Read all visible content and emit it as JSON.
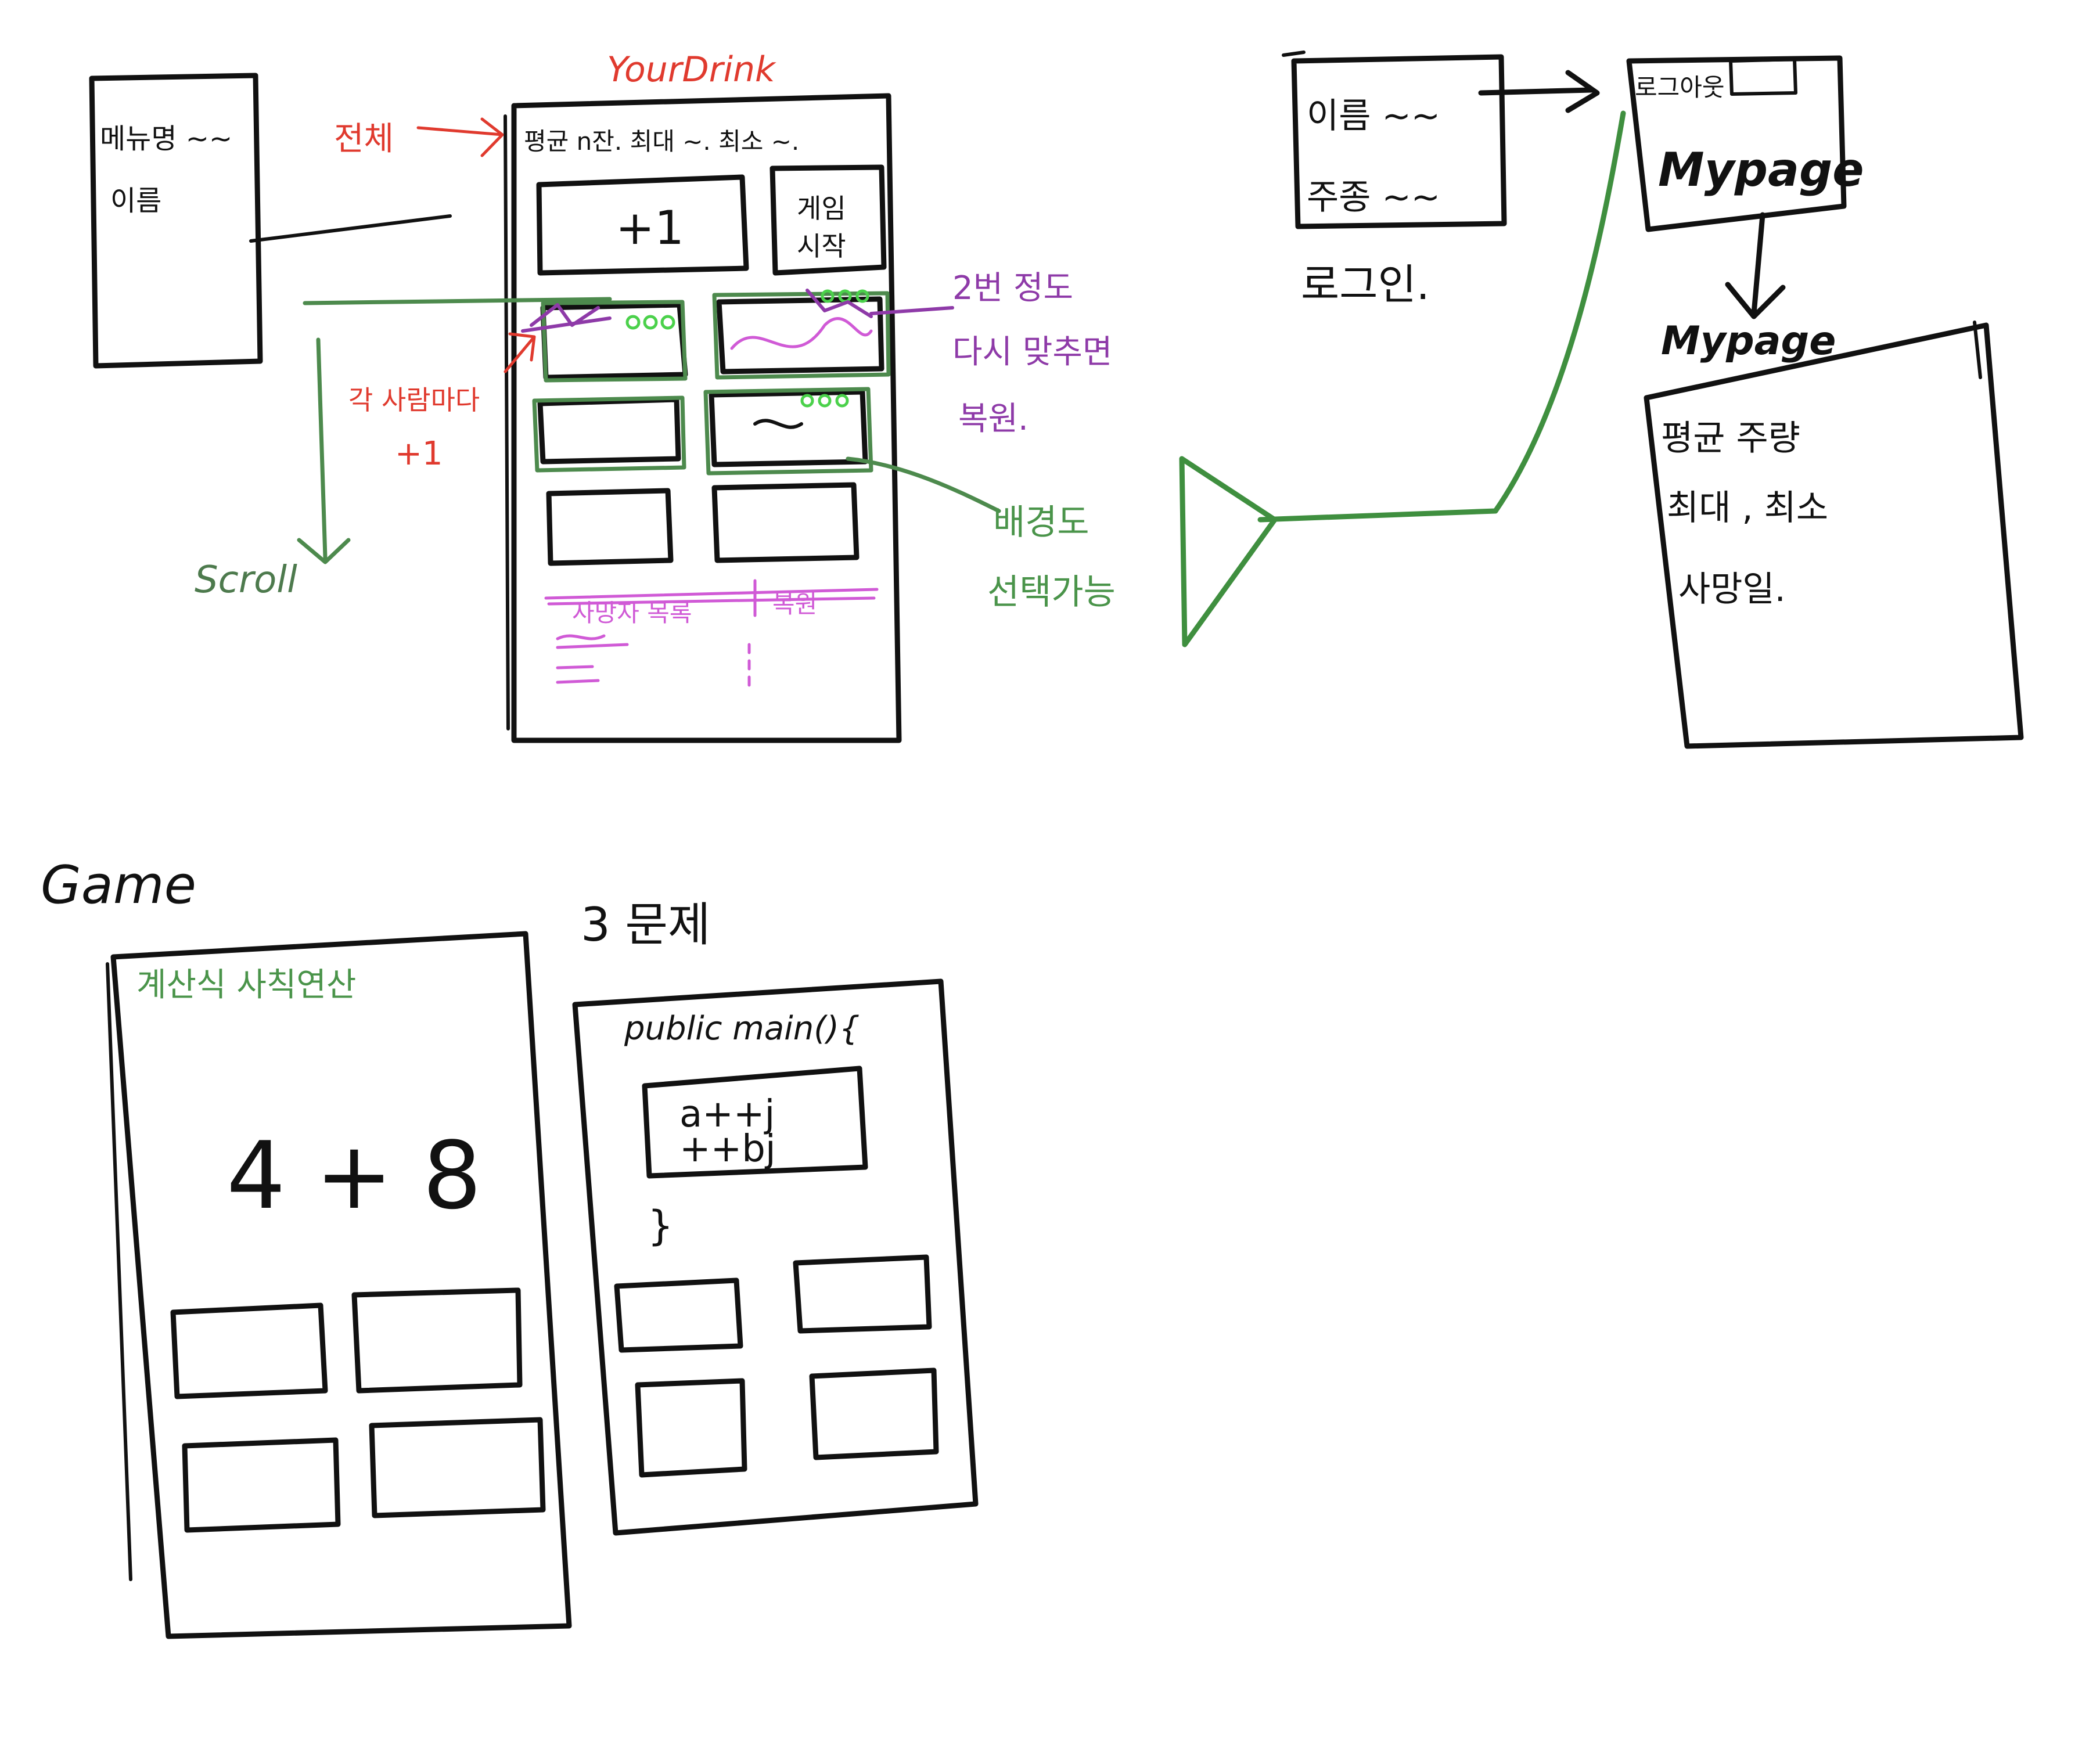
{
  "labels": {
    "list_name": "메뉴명 ~~",
    "list_photo": "이름",
    "app_title": "YourDrink",
    "arrow_whole": "전체",
    "summary": "평균 n잔. 최대 ~. 최소 ~.",
    "plus_one": "+1",
    "game_start_1": "게임",
    "game_start_2": "시작",
    "note_twice_1": "2번 정도",
    "note_twice_2": "다시 맞추면",
    "note_twice_3": "복원.",
    "note_each_1": "각 사람마다",
    "note_each_2": "+1",
    "scroll": "Scroll",
    "note_bg_1": "배경도",
    "note_bg_2": "선택가능",
    "deleted_list": "사망자 목록",
    "restore": "복원",
    "login_name": "이름 ~~",
    "login_kind": "주종 ~~",
    "login": "로그인.",
    "logout_top": "로그아웃",
    "mypage_button": "Mypage",
    "mypage_title": "Mypage",
    "mypage_avg": "평균 주량",
    "mypage_maxmin": "최대 , 최소",
    "mypage_history": "사망일.",
    "game_title": "Game",
    "game_subtitle": "계산식   사칙연산",
    "game_question": "4 + 8",
    "problem3": "3 문제",
    "code_line1": "public main(){",
    "code_line2": "a++j",
    "code_line3": "++bj",
    "code_close": "}"
  }
}
